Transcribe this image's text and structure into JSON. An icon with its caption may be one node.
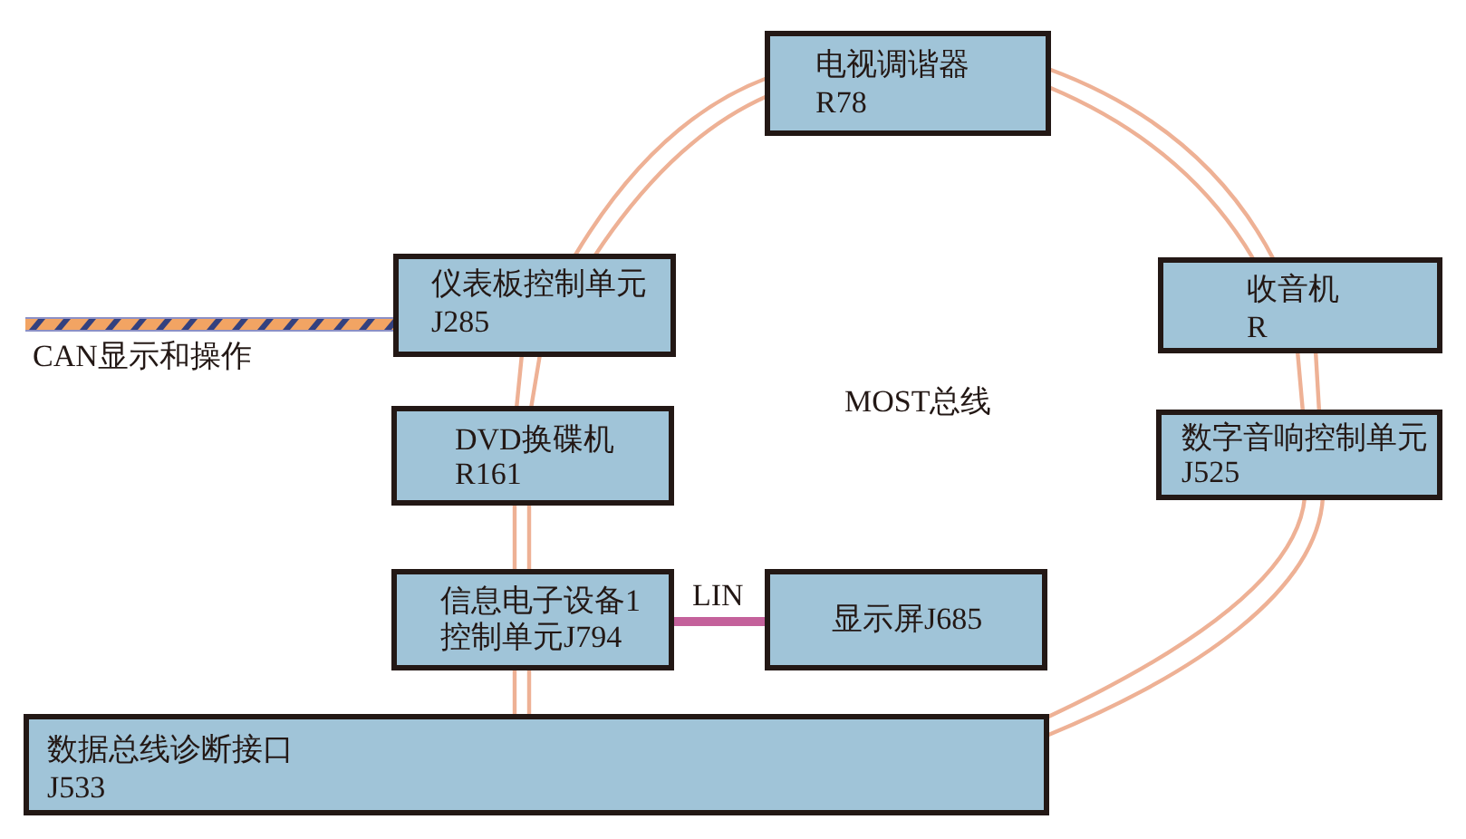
{
  "diagram": {
    "nodes": [
      {
        "text": [
          "电视调谐器",
          "R78"
        ]
      },
      {
        "text": [
          "仪表板控制单元",
          "J285"
        ]
      },
      {
        "text": [
          "收音机",
          "R"
        ]
      },
      {
        "text": [
          "DVD换碟机",
          "R161"
        ]
      },
      {
        "text": [
          "数字音响控制单元",
          "J525"
        ]
      },
      {
        "text": [
          "信息电子设备1控制单元J794"
        ]
      },
      {
        "text": [
          "显示屏J685"
        ]
      },
      {
        "text": [
          "数据总线诊断接口",
          "J533"
        ]
      }
    ],
    "edges": [
      {
        "from": null,
        "to": 1,
        "arrow": "none",
        "label": "CAN显示和操作",
        "style": "thick",
        "color": "#f2a463"
      },
      {
        "from": 1,
        "to": 0,
        "arrow": "none"
      },
      {
        "from": 0,
        "to": 2,
        "arrow": "none"
      },
      {
        "from": 2,
        "to": 4,
        "arrow": "none"
      },
      {
        "from": 4,
        "to": 7,
        "arrow": "none"
      },
      {
        "from": 1,
        "to": 3,
        "arrow": "none"
      },
      {
        "from": 3,
        "to": 5,
        "arrow": "none"
      },
      {
        "from": 5,
        "to": 7,
        "arrow": "none"
      },
      {
        "from": 5,
        "to": 6,
        "arrow": "none",
        "label": "LIN",
        "color": "#c4619b"
      }
    ],
    "labels": [
      "MOST总线"
    ]
  }
}
